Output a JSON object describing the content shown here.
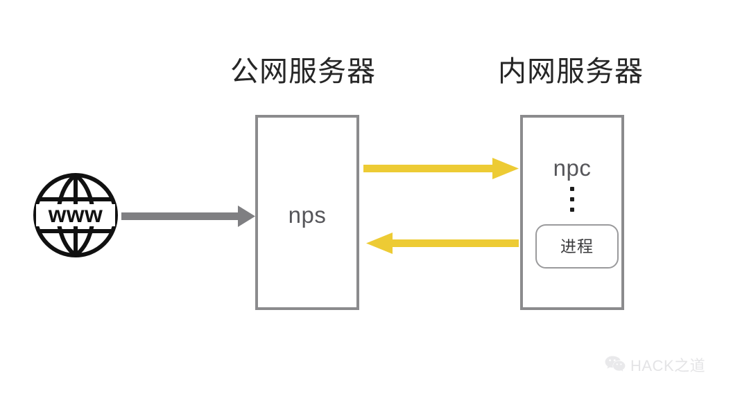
{
  "diagram": {
    "title_public": "公网服务器",
    "title_private": "内网服务器",
    "nodes": {
      "internet": {
        "icon": "globe-www-icon",
        "label": "www"
      },
      "nps": {
        "label": "nps"
      },
      "npc": {
        "label": "npc",
        "ellipsis": "⋮",
        "process_label": "进程"
      }
    },
    "connections": [
      {
        "name": "internet-to-nps",
        "from": "internet",
        "to": "nps",
        "direction": "right",
        "color": "#7f7f82",
        "label": ""
      },
      {
        "name": "nps-to-npc",
        "from": "nps",
        "to": "npc",
        "direction": "right",
        "color": "#edcb34",
        "label": ""
      },
      {
        "name": "npc-to-nps",
        "from": "npc",
        "to": "nps",
        "direction": "left",
        "color": "#edcb34",
        "label": ""
      }
    ],
    "colors": {
      "box_border": "#8b8b8d",
      "gray_arrow": "#7f7f82",
      "yellow_arrow": "#edcb34",
      "title_text": "#262626",
      "node_text": "#56565a",
      "background": "#ffffff",
      "watermark": "#e2e2e4"
    }
  },
  "watermark": {
    "icon": "wechat-icon",
    "text": "HACK之道"
  }
}
